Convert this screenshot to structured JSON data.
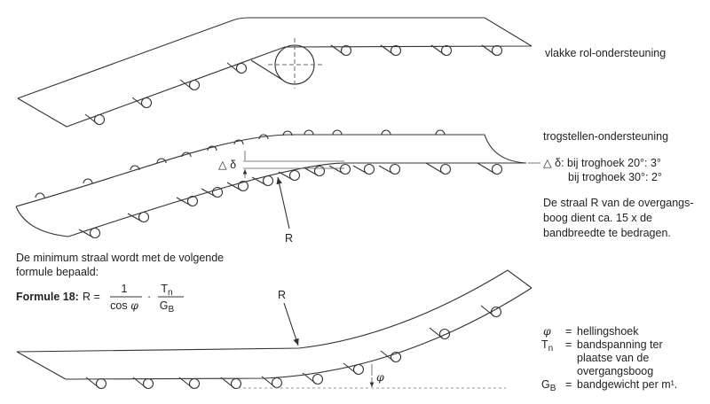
{
  "diagram1": {
    "label": "vlakke rol-ondersteuning"
  },
  "diagram2": {
    "label": "trogstellen-ondersteuning",
    "delta_symbol": "△ δ",
    "delta_prefix": "△ δ:",
    "delta_line1": "bij troghoek 20°: 3°",
    "delta_line2": "bij troghoek 30°: 2°",
    "radius_label": "R",
    "note": [
      "De straal R van de overgangs-",
      "boog dient ca. 15 x de",
      "bandbreedte te bedragen."
    ]
  },
  "intro": [
    "De minimum straal wordt met de volgende",
    "formule bepaald:"
  ],
  "formula": {
    "label": "Formule 18:",
    "lhs": "R =",
    "num1": "1",
    "den1": "cos φ",
    "dot": "·",
    "num2": "Tn",
    "den2": "GB"
  },
  "diagram3": {
    "radius_label": "R",
    "angle_label": "φ"
  },
  "legend": [
    {
      "symbol": "φ",
      "eq": "=",
      "lines": [
        "hellingshoek"
      ]
    },
    {
      "symbol": "Tn",
      "eq": "=",
      "lines": [
        "bandspanning ter",
        "plaatse van de",
        "overgangsboog"
      ]
    },
    {
      "symbol": "GB",
      "eq": "=",
      "lines": [
        "bandgewicht per m¹."
      ]
    }
  ]
}
